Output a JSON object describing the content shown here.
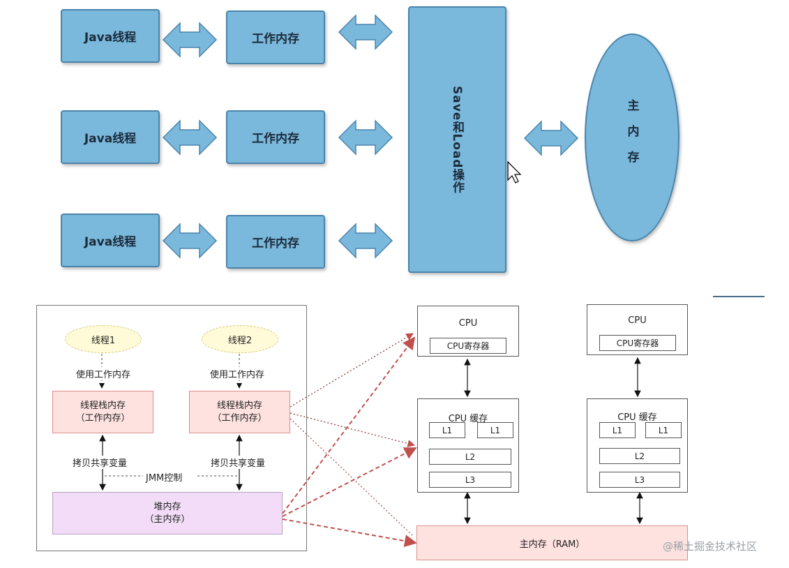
{
  "top_diagram": {
    "threads": [
      "Java线程",
      "Java线程",
      "Java线程"
    ],
    "work_memories": [
      "工作内存",
      "工作内存",
      "工作内存"
    ],
    "save_load": "Save和Load操作",
    "main_memory": "主内存"
  },
  "bottom_left": {
    "threads": [
      "线程1",
      "线程2"
    ],
    "use_labels": [
      "使用工作内存",
      "使用工作内存"
    ],
    "stack_title": "线程栈内存",
    "stack_sub": "（工作内存）",
    "copy_labels": [
      "拷贝共享变量",
      "拷贝共享变量"
    ],
    "jmm": "JMM控制",
    "heap_title": "堆内存",
    "heap_sub": "（主内存）"
  },
  "bottom_right": {
    "cpus": [
      {
        "title": "CPU",
        "register": "CPU寄存器",
        "cache_title": "CPU 缓存",
        "l1a": "L1",
        "l1b": "L1",
        "l2": "L2",
        "l3": "L3"
      },
      {
        "title": "CPU",
        "register": "CPU寄存器",
        "cache_title": "CPU 缓存",
        "l1a": "L1",
        "l1b": "L1",
        "l2": "L2",
        "l3": "L3"
      }
    ],
    "ram": "主内存（RAM）"
  },
  "watermark": "@稀土掘金技术社区",
  "colors": {
    "blue": "#7ab8dc",
    "pink": "#fde2e0",
    "purple": "#f2dcf7",
    "arrow_red": "#c0504d"
  }
}
